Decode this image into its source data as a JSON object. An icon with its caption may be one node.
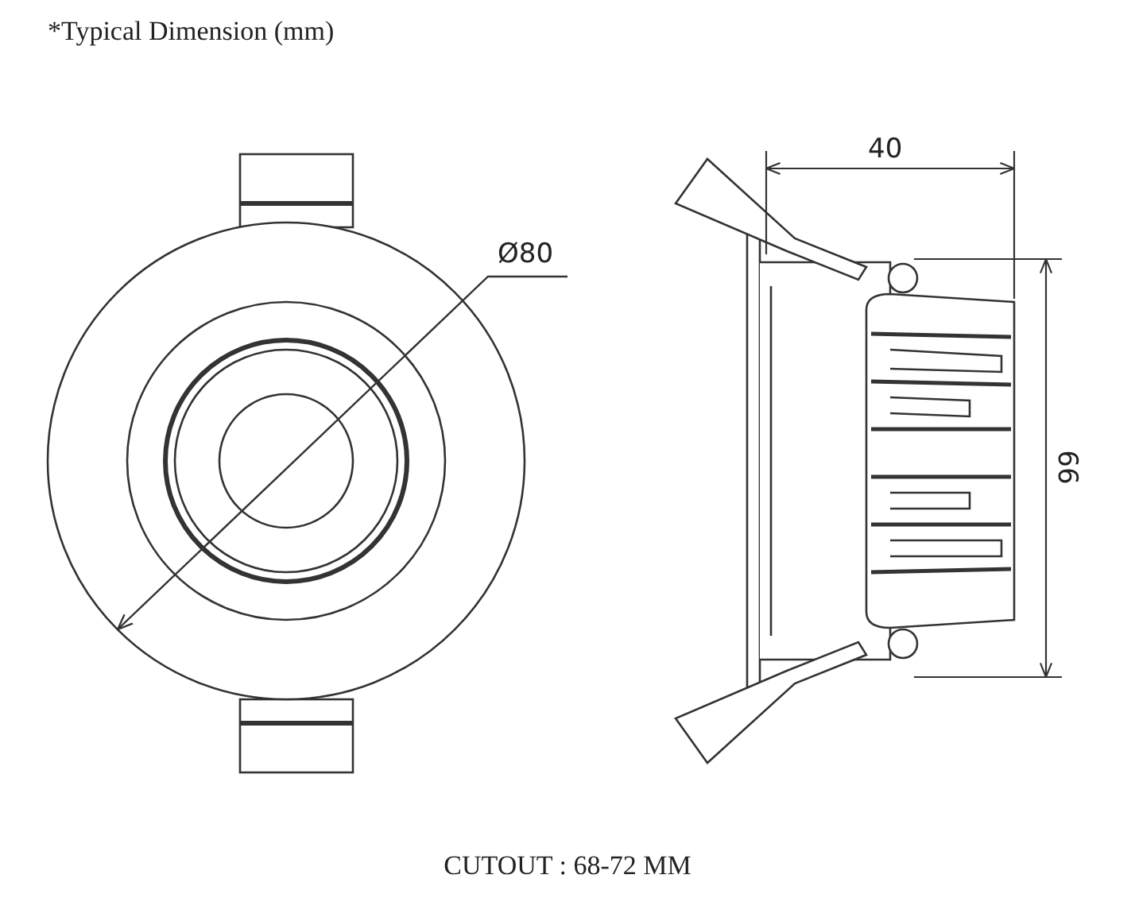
{
  "diagram": {
    "title": "*Typical Dimension (mm)",
    "caption": "CUTOUT : 68-72 MM",
    "labels": [
      "Ø80",
      "40",
      "66"
    ]
  }
}
